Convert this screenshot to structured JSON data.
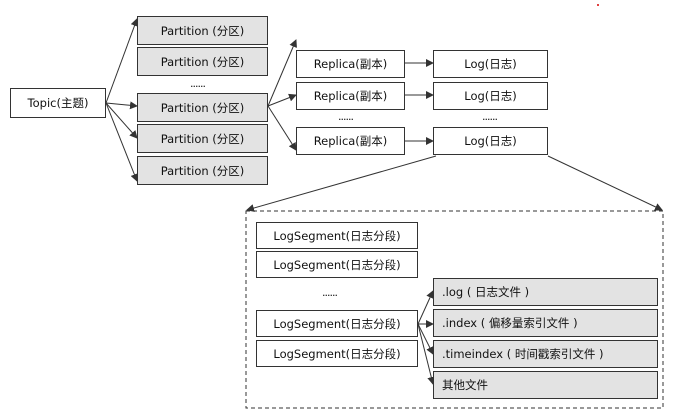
{
  "topic": {
    "label": "Topic(主题)"
  },
  "partitions": [
    "Partition (分区)",
    "Partition (分区)",
    "Partition (分区)",
    "Partition (分区)",
    "Partition (分区)"
  ],
  "partition_ellipsis": "......",
  "replicas": [
    "Replica(副本)",
    "Replica(副本)",
    "Replica(副本)"
  ],
  "replica_ellipsis": "......",
  "logs": [
    "Log(日志)",
    "Log(日志)",
    "Log(日志)"
  ],
  "log_ellipsis": "......",
  "segments": [
    "LogSegment(日志分段)",
    "LogSegment(日志分段)",
    "LogSegment(日志分段)",
    "LogSegment(日志分段)"
  ],
  "segment_ellipsis": "......",
  "files": [
    ".log ( 日志文件 )",
    ".index ( 偏移量索引文件 )",
    ".timeindex ( 时间戳索引文件 )",
    "其他文件"
  ],
  "colors": {
    "box_fill": "#e3e3e3",
    "border": "#333333",
    "accent_mark": "#e04040"
  }
}
